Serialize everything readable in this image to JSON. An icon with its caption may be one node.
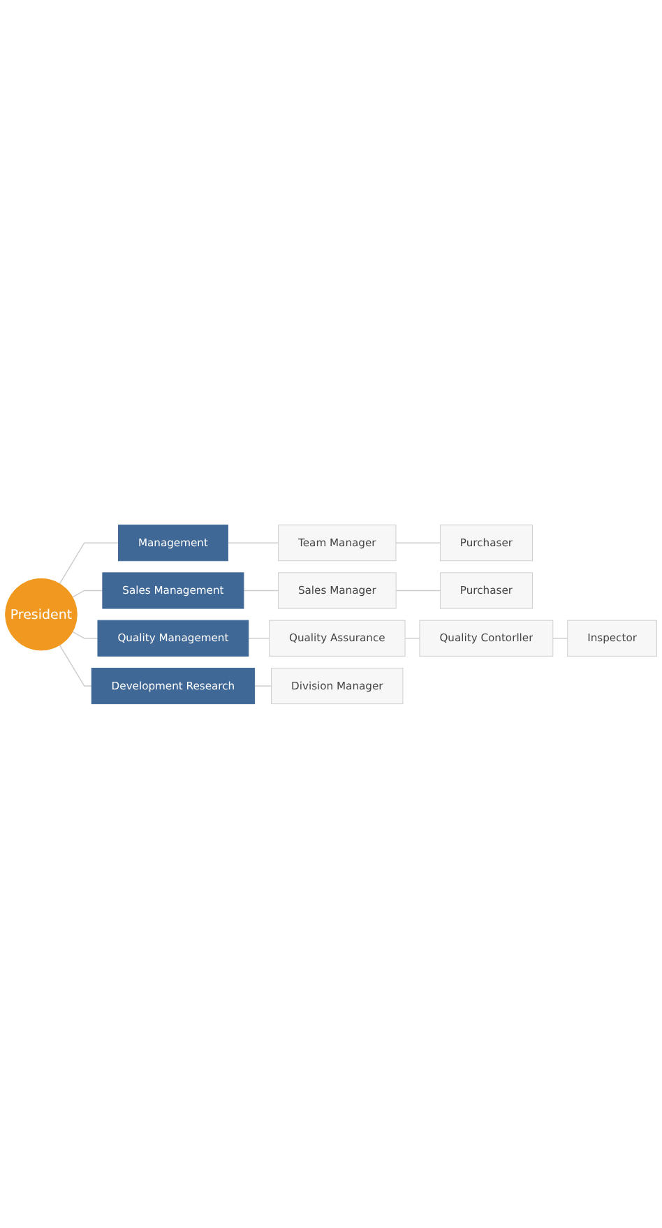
{
  "diagram": {
    "nodes": [
      {
        "text": [
          "President"
        ]
      },
      {
        "text": [
          "Management"
        ]
      },
      {
        "text": [
          "Team Manager"
        ]
      },
      {
        "text": [
          "Purchaser"
        ]
      },
      {
        "text": [
          "Sales Management"
        ]
      },
      {
        "text": [
          "Sales Manager"
        ]
      },
      {
        "text": [
          "Purchaser"
        ]
      },
      {
        "text": [
          "Quality Management"
        ]
      },
      {
        "text": [
          "Quality Assurance"
        ]
      },
      {
        "text": [
          "Quality Contorller"
        ]
      },
      {
        "text": [
          "Inspector"
        ]
      },
      {
        "text": [
          "Development Research"
        ]
      },
      {
        "text": [
          "Division Manager"
        ]
      }
    ],
    "edges": [
      {
        "from": 0,
        "to": 1,
        "arrow": "none"
      },
      {
        "from": 0,
        "to": 4,
        "arrow": "none"
      },
      {
        "from": 0,
        "to": 7,
        "arrow": "none"
      },
      {
        "from": 0,
        "to": 11,
        "arrow": "none"
      },
      {
        "from": 1,
        "to": 2,
        "arrow": "none"
      },
      {
        "from": 2,
        "to": 3,
        "arrow": "none"
      },
      {
        "from": 4,
        "to": 5,
        "arrow": "none"
      },
      {
        "from": 5,
        "to": 6,
        "arrow": "none"
      },
      {
        "from": 7,
        "to": 8,
        "arrow": "none"
      },
      {
        "from": 8,
        "to": 9,
        "arrow": "none"
      },
      {
        "from": 9,
        "to": 10,
        "arrow": "none"
      },
      {
        "from": 11,
        "to": 12,
        "arrow": "none"
      }
    ]
  }
}
